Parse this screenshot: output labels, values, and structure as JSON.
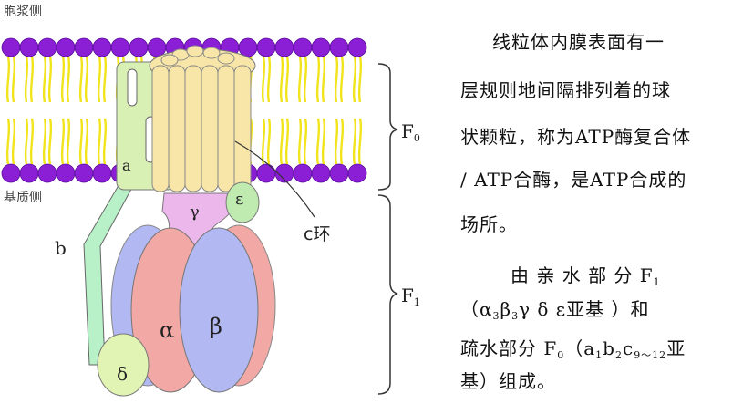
{
  "labels": {
    "cytoplasm_side": "胞浆侧",
    "matrix_side": "基质侧",
    "f0": "F",
    "f0_sub": "0",
    "f1": "F",
    "f1_sub": "1",
    "a": "a",
    "b": "b",
    "c_ring": "c环",
    "gamma": "γ",
    "epsilon": "ε",
    "alpha": "α",
    "beta": "β",
    "delta": "δ"
  },
  "text": {
    "line1": "线粒体内膜表面有一",
    "line2": "层规则地间隔排列着的球",
    "line3": "状颗粒，称为ATP酶复合体",
    "line4": "/ ATP合酶，是ATP合成的",
    "line5": "场所。",
    "line6": "由 亲 水 部 分  F",
    "line6_sub": "1",
    "line7a": "（α",
    "line7_sub1": "3",
    "line7b": "β",
    "line7_sub2": "3",
    "line7c": "γ δ ε亚基 ）和",
    "line8a": "疏水部分 F",
    "line8_sub1": "0",
    "line8b": "（a",
    "line8_sub2": "1",
    "line8c": "b",
    "line8_sub3": "2",
    "line8d": "c",
    "line8_sub4": "9～12",
    "line8e": "亚",
    "line9": "基）组成。"
  },
  "colors": {
    "lipid_head": "#8a1fd6",
    "lipid_tail": "#f2e41c",
    "a_subunit": "#d9f0b4",
    "b_stalk": "#b8f0c8",
    "c_ring": "#f8e6a8",
    "gamma": "#ecb8ec",
    "epsilon": "#bfeab0",
    "alpha": "#f2a8a4",
    "beta": "#b2b8f2",
    "delta": "#e2f4b4"
  }
}
